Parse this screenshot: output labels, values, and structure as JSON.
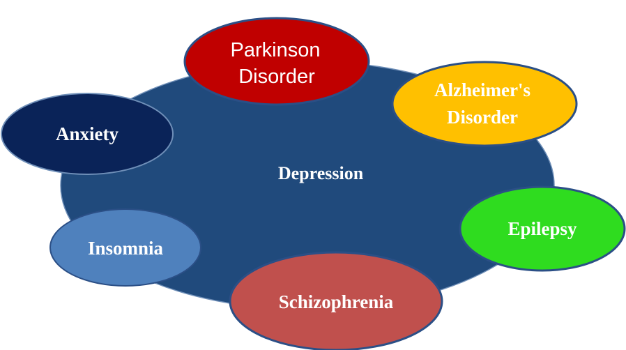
{
  "center": {
    "label": "Depression",
    "color": "#204a7c"
  },
  "nodes": {
    "parkinson": {
      "line1": "Parkinson",
      "line2": "Disorder",
      "color": "#c00000"
    },
    "alzheimer": {
      "line1": "Alzheimer's",
      "line2": "Disorder",
      "color": "#ffc000"
    },
    "anxiety": {
      "label": "Anxiety",
      "color": "#0a2358"
    },
    "insomnia": {
      "label": "Insomnia",
      "color": "#4f81bd"
    },
    "schizophrenia": {
      "label": "Schizophrenia",
      "color": "#c0504d"
    },
    "epilepsy": {
      "label": "Epilepsy",
      "color": "#2fdc1f"
    }
  }
}
